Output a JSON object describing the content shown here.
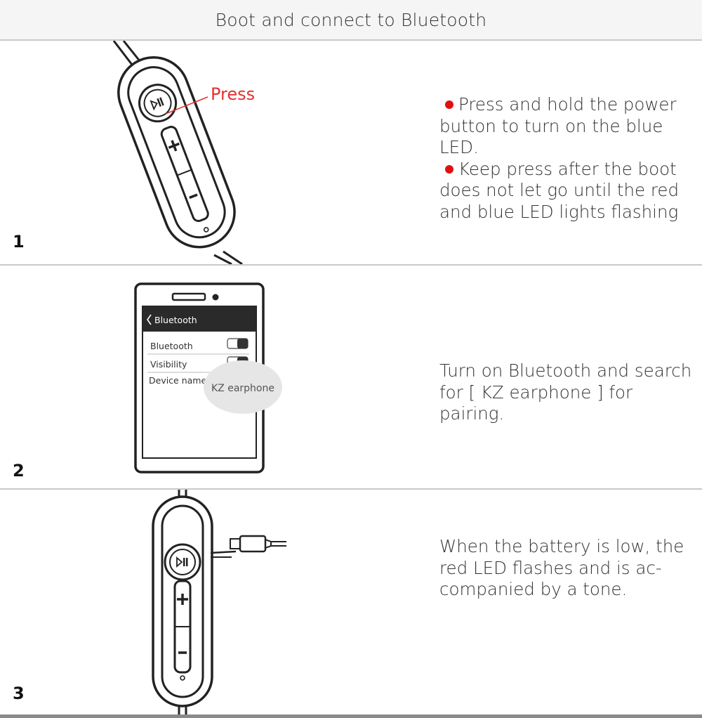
{
  "header": {
    "title": "Boot and connect to Bluetooth"
  },
  "steps": [
    {
      "number": "1",
      "callout": "Press",
      "bullets": [
        [
          "Press and hold the power",
          "button to turn on the blue",
          "LED."
        ],
        [
          "Keep press after the boot",
          "does not let go until the red",
          "and blue LED lights flashing"
        ]
      ]
    },
    {
      "number": "2",
      "lines": [
        "Turn on Bluetooth and search",
        "for [ KZ earphone ] for pairing."
      ],
      "phone": {
        "nav_title": "Bluetooth",
        "rows": [
          "Bluetooth",
          "Visibility",
          "Device name"
        ],
        "bubble": "KZ earphone"
      }
    },
    {
      "number": "3",
      "lines": [
        "When the battery is low, the",
        "red LED flashes and is ac-",
        "companied by a tone."
      ]
    }
  ],
  "colors": {
    "accent_red": "#e01010",
    "callout_red": "#e53030",
    "divider": "#c9c9c9"
  }
}
